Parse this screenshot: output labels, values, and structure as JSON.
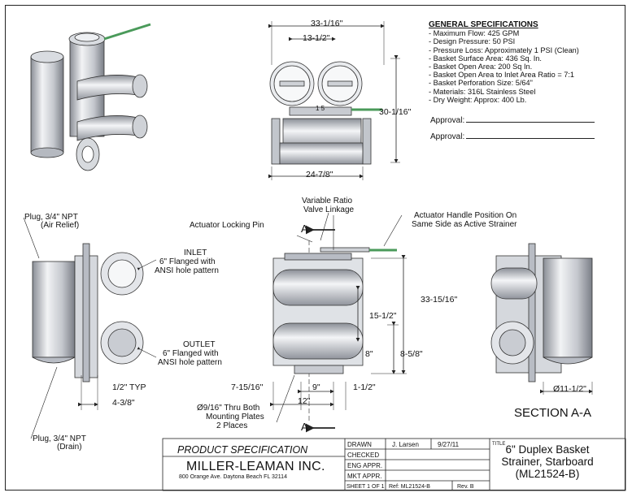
{
  "specs": {
    "heading": "GENERAL SPECIFICATIONS",
    "lines": [
      "- Maximum Flow: 425 GPM",
      "- Design Pressure: 50 PSI",
      "- Pressure Loss: Approximately 1 PSI (Clean)",
      "- Basket Surface Area: 436 Sq. In.",
      "- Basket Open Area: 200 Sq In.",
      "- Basket Open Area to Inlet Area Ratio = 7:1",
      "- Basket Perforation Size: 5/64\"",
      "- Materials: 316L Stainless Steel",
      "- Dry Weight: Approx: 400 Lb."
    ],
    "approval_1": "Approval:",
    "approval_2": "Approval:"
  },
  "dims": {
    "overall_width": "33-1/16\"",
    "cap_spacing": "13-1/2\"",
    "overall_height_top": "30-1/16\"",
    "base_width": "24-7/8\"",
    "front_height": "33-15/16\"",
    "inlet_to_outlet": "15-1/2\"",
    "d8": "8\"",
    "d8_5_8": "8-5/8\"",
    "d9": "9\"",
    "d1_1_2": "1-1/2\"",
    "d7_15_16": "7-15/16\"",
    "d12": "12\"",
    "d1_2_typ": "1/2\" TYP",
    "d4_3_8": "4-3/8\"",
    "basket_dia": "Ø11-1/2\"",
    "valve_label": "1 5"
  },
  "callouts": {
    "plug_air_1": "Plug, 3/4\" NPT",
    "plug_air_2": "(Air Relief)",
    "inlet_1": "INLET",
    "inlet_2": "6\" Flanged with",
    "inlet_3": "ANSI hole pattern",
    "outlet_1": "OUTLET",
    "outlet_2": "6\" Flanged with",
    "outlet_3": "ANSI hole pattern",
    "plug_drain_1": "Plug, 3/4\" NPT",
    "plug_drain_2": "(Drain)",
    "variable_1": "Variable Ratio",
    "variable_2": "Valve Linkage",
    "locking_pin": "Actuator Locking Pin",
    "handle_1": "Actuator Handle Position On",
    "handle_2": "Same Side as Active Strainer",
    "holes_1": "Ø9/16\" Thru Both",
    "holes_2": "Mounting Plates",
    "holes_3": "2 Places",
    "section_marker_top": "A",
    "section_marker_bottom": "A"
  },
  "section_label": "SECTION A-A",
  "title_block": {
    "product_spec": "PRODUCT SPECIFICATION",
    "company": "MILLER-LEAMAN INC.",
    "address": "800 Orange Ave. Daytona Beach FL 32114",
    "drawn_label": "DRAWN",
    "drawn_by": "J. Larsen",
    "drawn_date": "9/27/11",
    "checked_label": "CHECKED",
    "eng_label": "ENG APPR.",
    "mkt_label": "MKT APPR.",
    "sheet": "SHEET 1 OF 1",
    "ref": "Ref: ML21524-B",
    "rev": "Rev. B",
    "title_label": "TITLE",
    "title_1": "6\" Duplex Basket",
    "title_2": "Strainer, Starboard",
    "title_3": "(ML21524-B)"
  },
  "colors": {
    "line": "#222222",
    "steel_light": "#e6e8ec",
    "steel_mid": "#b8bcc4",
    "steel_dark": "#7d828c",
    "handle": "#4a9a5a"
  }
}
